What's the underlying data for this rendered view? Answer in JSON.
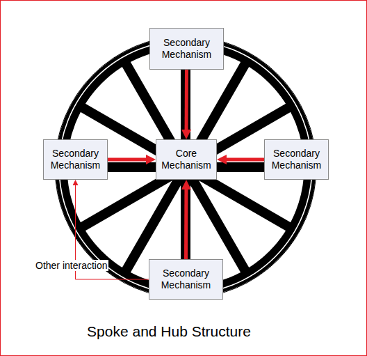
{
  "diagram": {
    "caption": "Spoke and Hub Structure",
    "nodes": [
      {
        "text": [
          "Secondary Mechanism"
        ]
      },
      {
        "text": [
          "Secondary Mechanism"
        ]
      },
      {
        "text": [
          "Core Mechanism"
        ]
      },
      {
        "text": [
          "Secondary Mechanism"
        ]
      },
      {
        "text": [
          "Secondary Mechanism"
        ]
      }
    ],
    "edges": [
      {
        "from": 0,
        "to": 2,
        "arrow": "to"
      },
      {
        "from": 1,
        "to": 2,
        "arrow": "to"
      },
      {
        "from": 3,
        "to": 2,
        "arrow": "to"
      },
      {
        "from": 4,
        "to": 2,
        "arrow": "to"
      },
      {
        "from": 4,
        "to": 1,
        "label": "Other interaction",
        "arrow": "to"
      }
    ]
  }
}
